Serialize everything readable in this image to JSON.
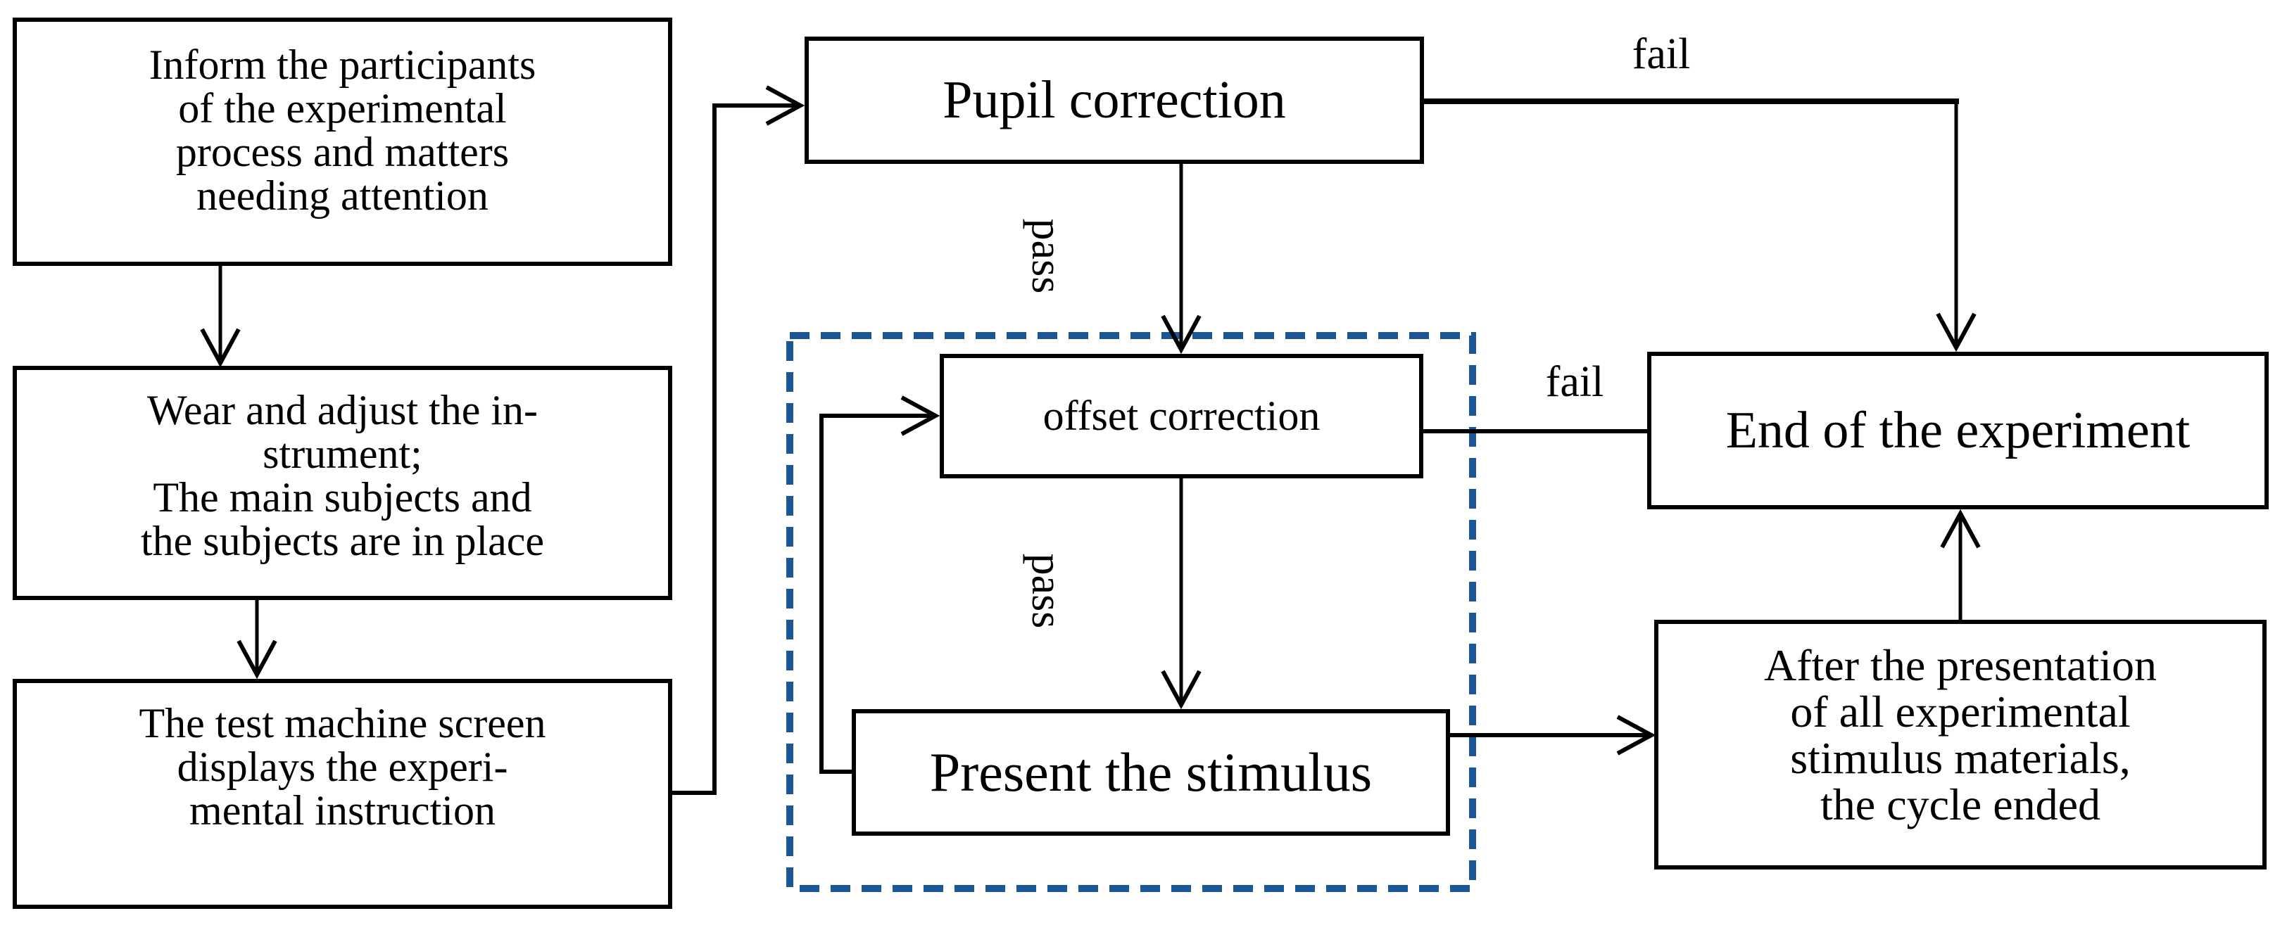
{
  "boxes": {
    "inform": {
      "lines": [
        "Inform the participants",
        "of the experimental",
        "process and matters",
        "needing attention"
      ]
    },
    "wear": {
      "lines": [
        "Wear and adjust the in-",
        "strument;",
        "The main subjects and",
        "the subjects are in place"
      ]
    },
    "test_machine": {
      "lines": [
        "The test machine screen",
        "displays the experi-",
        "mental instruction"
      ]
    },
    "pupil": {
      "label": "Pupil correction"
    },
    "offset": {
      "label": "offset correction"
    },
    "present": {
      "label": "Present the stimulus"
    },
    "end": {
      "label": "End of the experiment"
    },
    "after": {
      "lines": [
        "After the presentation",
        "of all experimental",
        "stimulus materials,",
        "the cycle ended"
      ]
    }
  },
  "labels": {
    "fail_top": "fail",
    "fail_mid": "fail",
    "pass_top": "pass",
    "pass_bottom": "pass"
  },
  "colors": {
    "dashed_border": "#1B5796",
    "line": "#000000",
    "background": "#FFFFFF"
  }
}
